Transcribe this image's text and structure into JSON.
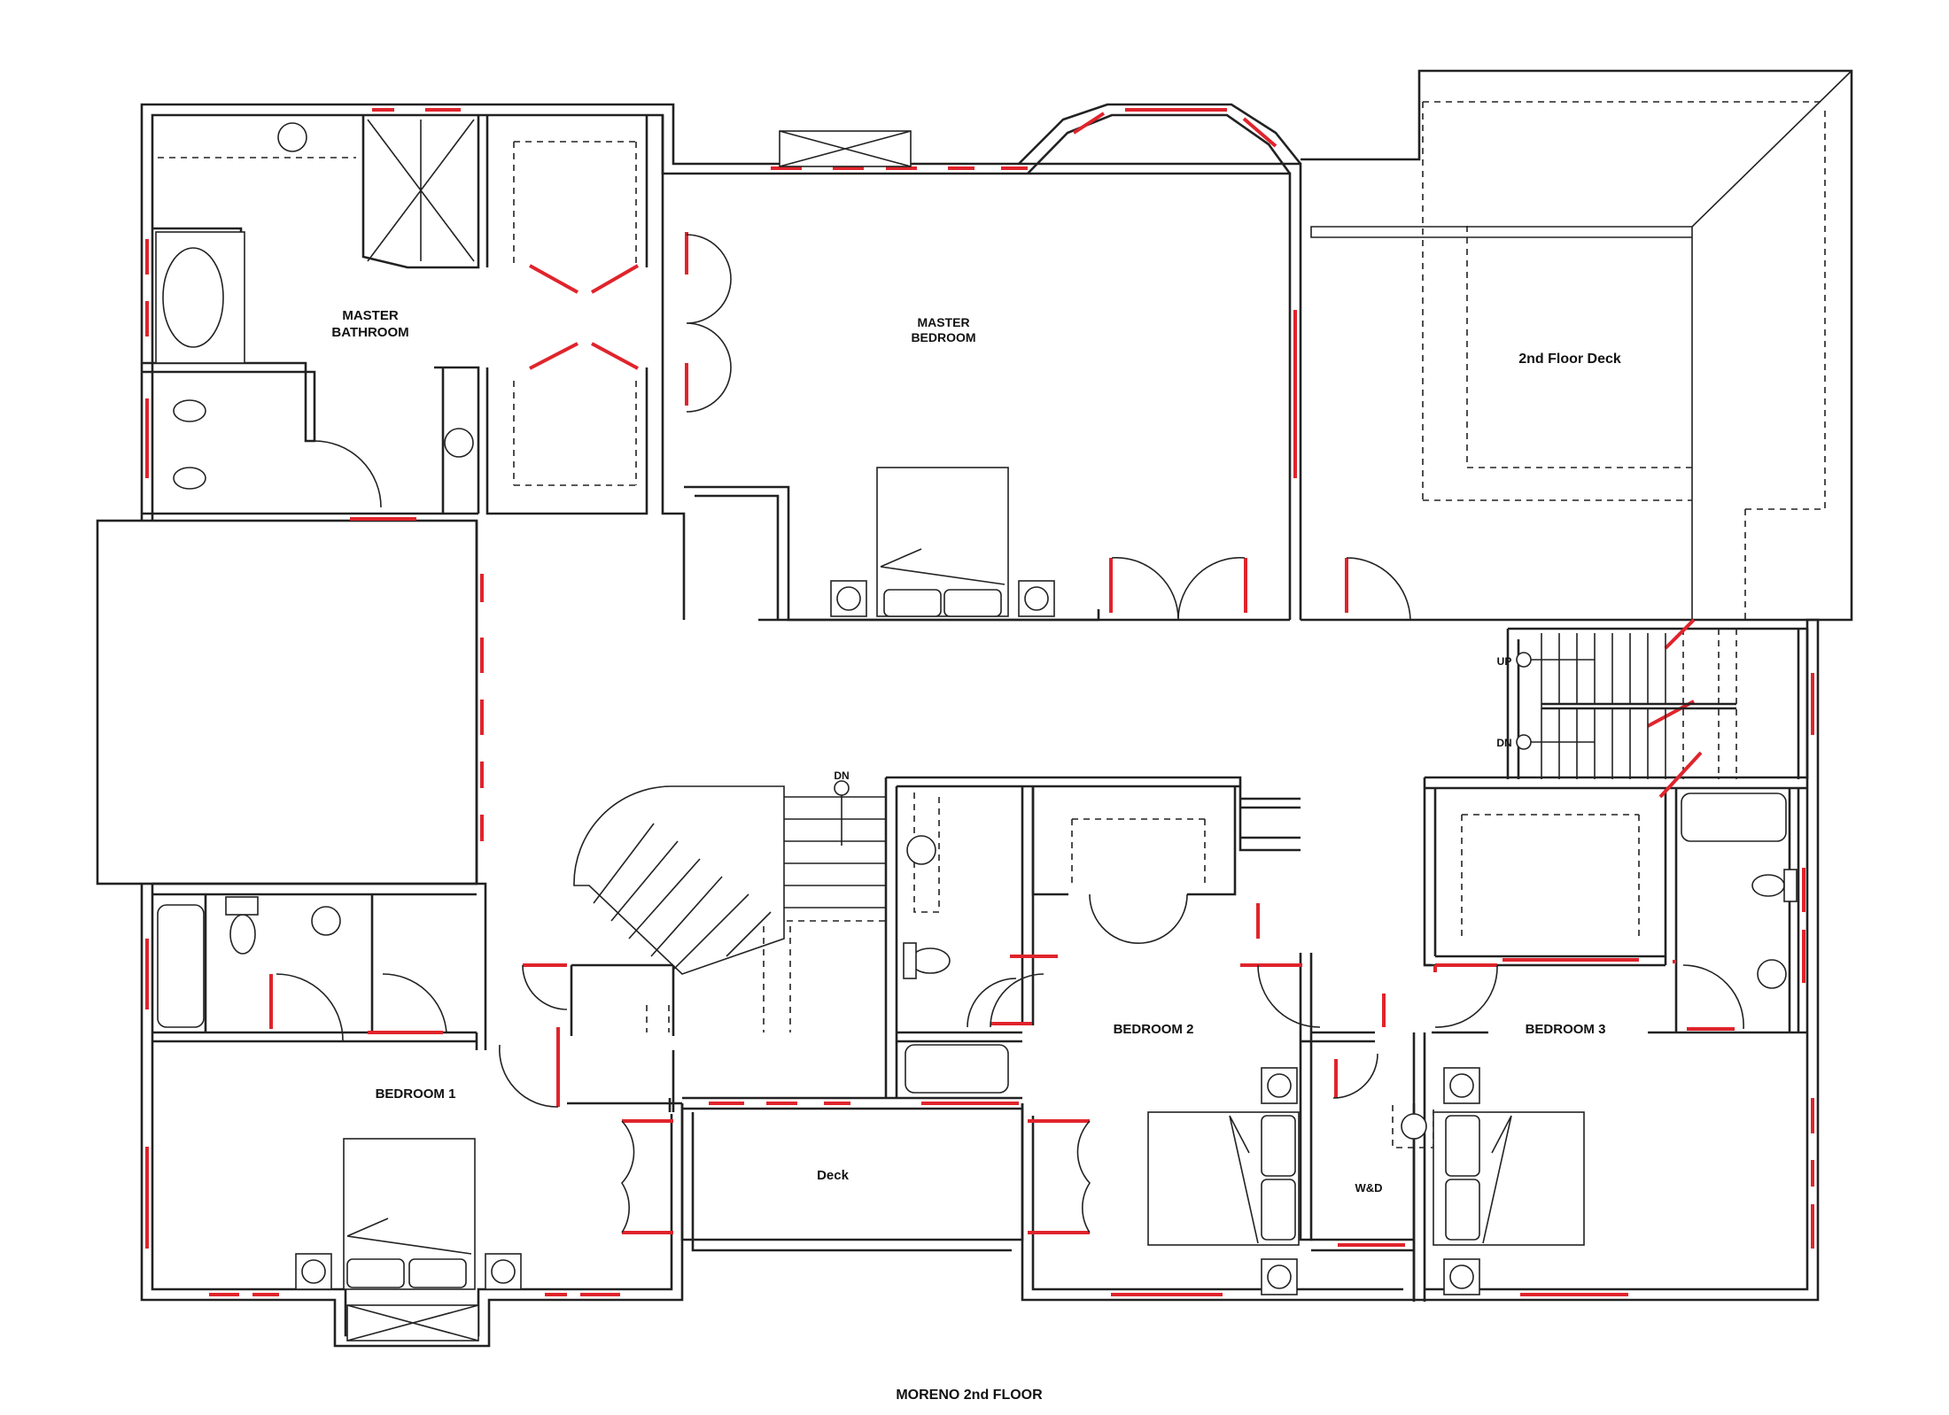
{
  "title": "MORENO 2nd FLOOR",
  "rooms": {
    "master_bathroom": [
      "MASTER",
      "BATHROOM"
    ],
    "master_bedroom": [
      "MASTER",
      "BEDROOM"
    ],
    "deck_2nd_floor": "2nd Floor Deck",
    "bedroom_1": "BEDROOM 1",
    "bedroom_2": "BEDROOM 2",
    "bedroom_3": "BEDROOM 3",
    "deck": "Deck",
    "laundry": "W&D"
  },
  "stairs": {
    "main_down": "DN",
    "rear_up": "UP",
    "rear_down": "DN"
  },
  "colors": {
    "walls": "#222222",
    "windows": "#e0242c",
    "background": "#ffffff"
  }
}
